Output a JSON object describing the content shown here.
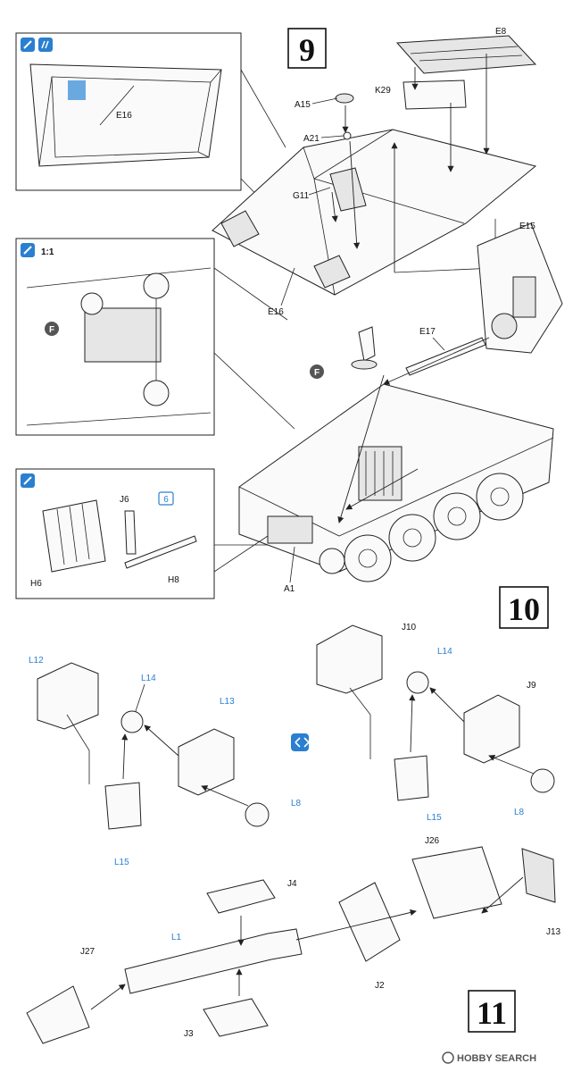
{
  "steps": {
    "step9": "9",
    "step10": "10",
    "step11": "11"
  },
  "labels": {
    "E8": "E8",
    "K29": "K29",
    "A15": "A15",
    "A21": "A21",
    "G11": "G11",
    "E16_main": "E16",
    "E16_inset": "E16",
    "E15": "E15",
    "E17": "E17",
    "A1": "A1",
    "J6": "J6",
    "H6": "H6",
    "H8": "H8",
    "J10": "J10",
    "L14_right": "L14",
    "J9": "J9",
    "L15_right": "L15",
    "L8_right": "L8",
    "L12": "L12",
    "L14_left": "L14",
    "L13": "L13",
    "L8_left": "L8",
    "L15_left": "L15",
    "J4": "J4",
    "J26": "J26",
    "J13": "J13",
    "L1": "L1",
    "J27": "J27",
    "J2": "J2",
    "J3": "J3"
  },
  "insets": {
    "scale_label": "1:1",
    "quantity_label": "6",
    "marker_f": "F"
  },
  "watermark": {
    "text": "HOBBY SEARCH"
  },
  "colors": {
    "accent_blue": "#2a7fd0",
    "ink": "#111111",
    "paper": "#ffffff",
    "panel_fill": "#6aa9e0"
  }
}
